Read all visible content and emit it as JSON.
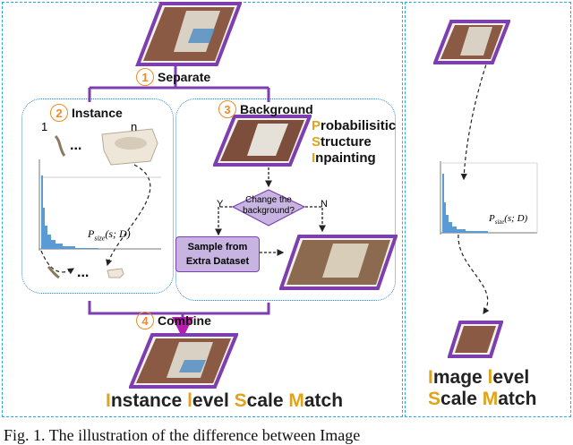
{
  "left_panel": {
    "step1": {
      "num": "1",
      "label": "Separate"
    },
    "step2": {
      "num": "2",
      "label": "Instance"
    },
    "step3": {
      "num": "3",
      "label": "Background"
    },
    "step4": {
      "num": "4",
      "label": "Combine"
    },
    "instance_index_first": "1",
    "instance_index_last": "n",
    "ellipsis": "...",
    "psi": {
      "line1_initial": "P",
      "line1_rest": "robabilisitic",
      "line2_initial": "S",
      "line2_rest": "tructure",
      "line3_initial": "I",
      "line3_rest": "npainting"
    },
    "decision": {
      "line1": "Change the",
      "line2": "background?",
      "yes": "Y",
      "no": "N"
    },
    "sample_box": {
      "line1": "Sample from",
      "line2": "Extra Dataset"
    },
    "psize_label": "P",
    "psize_sub": "size",
    "psize_args": "(s; D)",
    "title": {
      "w1_initial": "I",
      "w1_rest": "nstance",
      "w2_initial": "l",
      "w2_rest": "evel",
      "w3_initial": "S",
      "w3_rest": "cale",
      "w4_initial": "M",
      "w4_rest": "atch"
    }
  },
  "right_panel": {
    "psize_label": "P",
    "psize_sub": "size",
    "psize_args": "(s; D)",
    "title_line1": {
      "w1_initial": "I",
      "w1_rest": "mage",
      "w2_initial": "l",
      "w2_rest": "evel"
    },
    "title_line2": {
      "w1_initial": "S",
      "w1_rest": "cale",
      "w2_initial": "M",
      "w2_rest": "atch"
    }
  },
  "caption": "Fig. 1.   The illustration of the difference between Image",
  "colors": {
    "purple": "#7d3fb0",
    "magenta": "#b91cb0",
    "orange": "#f08a24",
    "gold": "#e0a31a",
    "dash_blue": "#29a9e0",
    "hist_blue": "#5b9bd5"
  }
}
